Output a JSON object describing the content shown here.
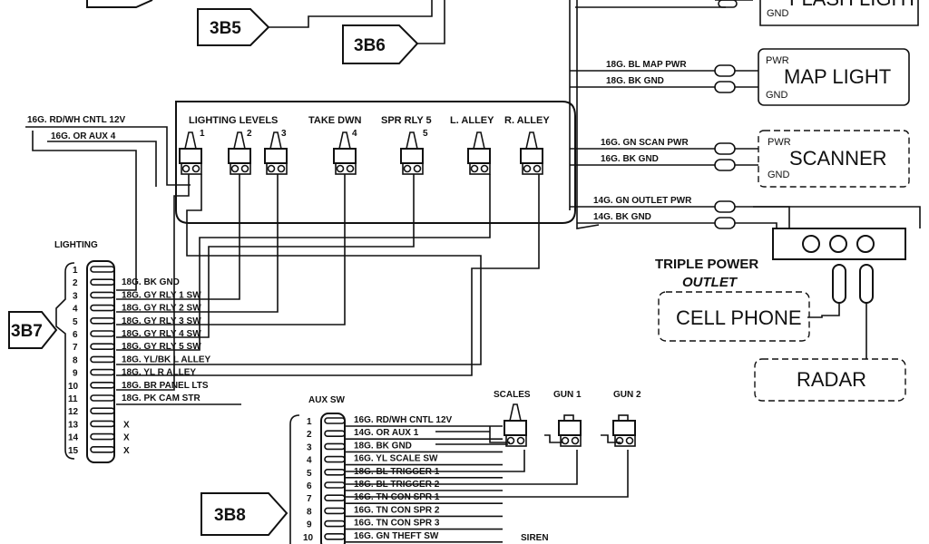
{
  "connectors": {
    "b5": "3B5",
    "b6": "3B6",
    "b7": "3B7",
    "b8": "3B8"
  },
  "headers": {
    "lighting": "LIGHTING",
    "aux_sw": "AUX SW",
    "triple_outlet_line1": "TRIPLE POWER",
    "triple_outlet_line2": "OUTLET",
    "siren": "SIREN"
  },
  "input_wires": {
    "cntl12": "16G. RD/WH CNTL 12V",
    "aux4": "16G. OR AUX 4"
  },
  "switch_panel": {
    "lighting_levels": "LIGHTING LEVELS",
    "take_down": "TAKE DWN",
    "spr_rly5": "SPR RLY 5",
    "l_alley": "L. ALLEY",
    "r_alley": "R. ALLEY",
    "nums": [
      "1",
      "2",
      "3",
      "4",
      "5"
    ]
  },
  "lighting_pins": [
    "1",
    "2",
    "3",
    "4",
    "5",
    "6",
    "7",
    "8",
    "9",
    "10",
    "11",
    "12",
    "13",
    "14",
    "15"
  ],
  "lighting_wires": [
    "18G. BK GND",
    "18G. GY RLY 1 SW",
    "18G. GY RLY 2 SW",
    "18G. GY RLY 3 SW",
    "18G. GY RLY 4 SW",
    "18G. GY RLY 5 SW",
    "18G. YL/BK  L ALLEY",
    "18G. YL  R ALLEY",
    "18G. BR PANEL LTS",
    "18G. PK CAM STR"
  ],
  "lighting_x": [
    "X",
    "X",
    "X"
  ],
  "aux_pins": [
    "1",
    "2",
    "3",
    "4",
    "5",
    "6",
    "7",
    "8",
    "9",
    "10"
  ],
  "aux_wires": [
    "16G. RD/WH CNTL 12V",
    "14G. OR AUX 1",
    "18G. BK GND",
    "16G. YL SCALE SW",
    "18G. BL TRIGGER 1",
    "18G. BL TRIGGER 2",
    "16G. TN  CON SPR 1",
    "16G. TN  CON SPR 2",
    "16G. TN  CON SPR 3",
    "16G. GN THEFT SW"
  ],
  "aux_switches": {
    "scales": "SCALES",
    "gun1": "GUN 1",
    "gun2": "GUN 2"
  },
  "devices": {
    "flash_light": {
      "name": "FLASH LIGHT",
      "gnd": "GND"
    },
    "map_light": {
      "name": "MAP LIGHT",
      "pwr": "PWR",
      "gnd": "GND",
      "wire_pwr": "18G. BL MAP PWR",
      "wire_gnd": "18G. BK GND"
    },
    "scanner": {
      "name": "SCANNER",
      "pwr": "PWR",
      "gnd": "GND",
      "wire_pwr": "16G. GN SCAN PWR",
      "wire_gnd": "16G. BK GND"
    },
    "outlet_wires": {
      "pwr": "14G. GN OUTLET PWR",
      "gnd": "14G. BK GND"
    },
    "cell_phone": "CELL PHONE",
    "radar": "RADAR"
  }
}
